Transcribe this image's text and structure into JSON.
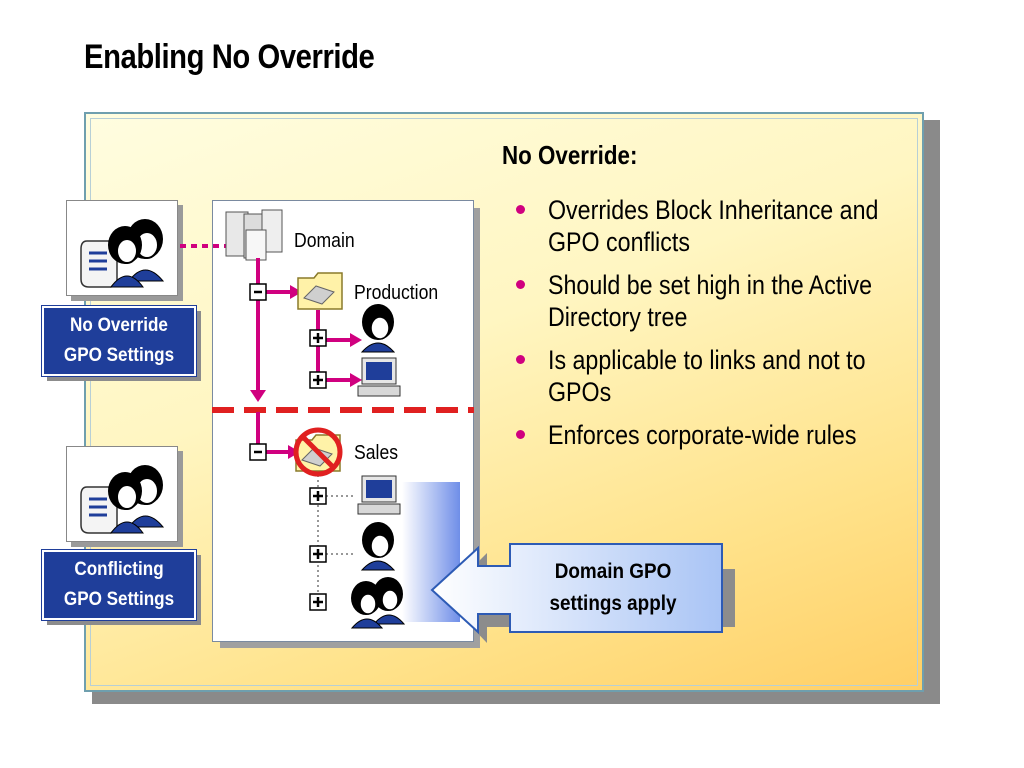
{
  "title": "Enabling No Override",
  "heading": "No Override:",
  "bullets": [
    {
      "text": "Overrides Block Inheritance and GPO conflicts"
    },
    {
      "text": "Should be set high in the Active Directory tree"
    },
    {
      "text": "Is applicable to links and not to GPOs"
    },
    {
      "text": "Enforces corporate-wide rules"
    }
  ],
  "labels": {
    "no_override_line1": "No Override",
    "no_override_line2": "GPO Settings",
    "conflicting_line1": "Conflicting",
    "conflicting_line2": "GPO Settings"
  },
  "tree": {
    "domain": "Domain",
    "production": "Production",
    "sales": "Sales"
  },
  "callout": {
    "line1": "Domain GPO",
    "line2": "settings apply"
  },
  "colors": {
    "accent_magenta": "#d0007f",
    "label_blue": "#1f3e9a",
    "divider_red": "#e02020"
  }
}
